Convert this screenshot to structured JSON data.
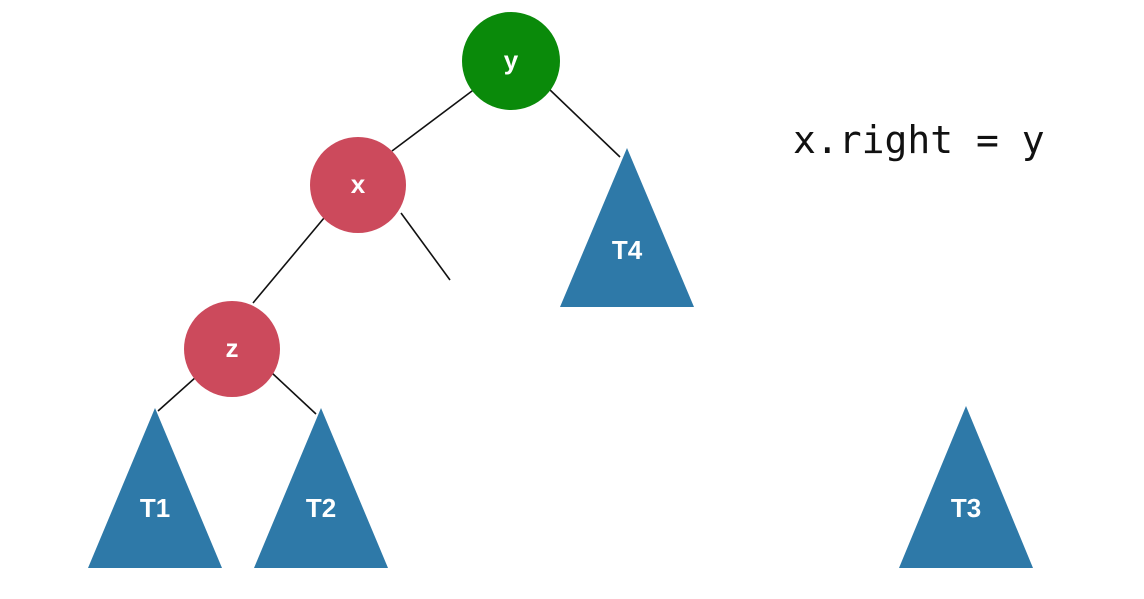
{
  "nodes": {
    "y": {
      "label": "y",
      "color": "#0a8a0a"
    },
    "x": {
      "label": "x",
      "color": "#cc4a5c"
    },
    "z": {
      "label": "z",
      "color": "#cc4a5c"
    }
  },
  "subtrees": {
    "t1": {
      "label": "T1",
      "color": "#2e79a8"
    },
    "t2": {
      "label": "T2",
      "color": "#2e79a8"
    },
    "t3": {
      "label": "T3",
      "color": "#2e79a8"
    },
    "t4": {
      "label": "T4",
      "color": "#2e79a8"
    }
  },
  "code_text": "x.right = y"
}
